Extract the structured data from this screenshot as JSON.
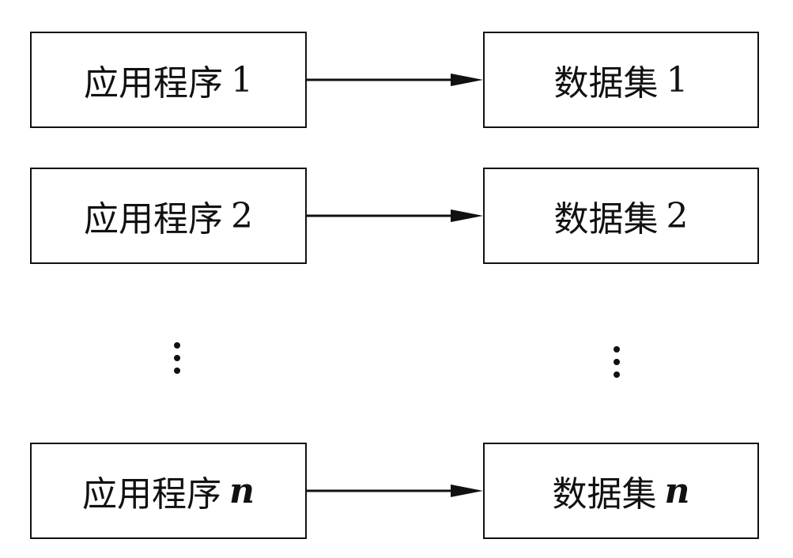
{
  "rows": [
    {
      "app": {
        "label": "应用程序",
        "num": "1"
      },
      "dataset": {
        "label": "数据集",
        "num": "1"
      }
    },
    {
      "app": {
        "label": "应用程序",
        "num": "2"
      },
      "dataset": {
        "label": "数据集",
        "num": "2"
      }
    },
    {
      "app": {
        "label": "应用程序",
        "num": "n"
      },
      "dataset": {
        "label": "数据集",
        "num": "n"
      }
    }
  ]
}
